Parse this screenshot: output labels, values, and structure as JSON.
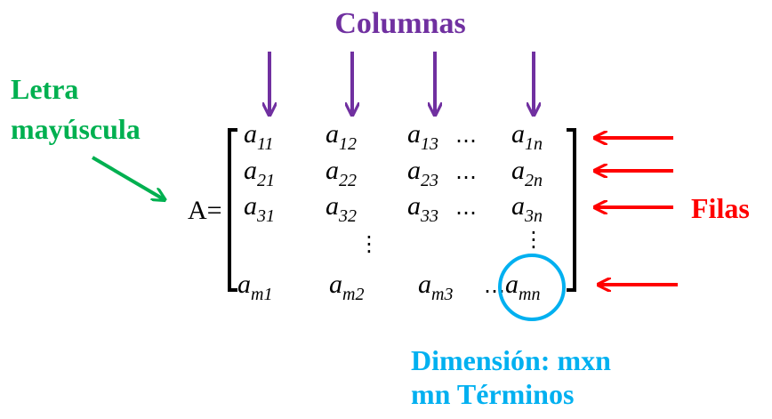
{
  "labels": {
    "columns": "Columnas",
    "uppercase_line1": "Letra",
    "uppercase_line2": "mayúscula",
    "rows": "Filas",
    "dimension": "Dimensión: mxn",
    "terms": "mn Términos",
    "matrix_name": "A="
  },
  "matrix": {
    "base": "a",
    "ellipsis": "…",
    "vdots": "⋮",
    "rows": [
      [
        "11",
        "12",
        "13",
        "1n"
      ],
      [
        "21",
        "22",
        "23",
        "2n"
      ],
      [
        "31",
        "32",
        "33",
        "3n"
      ],
      [
        "m1",
        "m2",
        "m3",
        "mn"
      ]
    ]
  },
  "colors": {
    "columns": "#7030A0",
    "uppercase": "#00B050",
    "rows": "#FF0000",
    "dimension": "#00B0F0"
  }
}
